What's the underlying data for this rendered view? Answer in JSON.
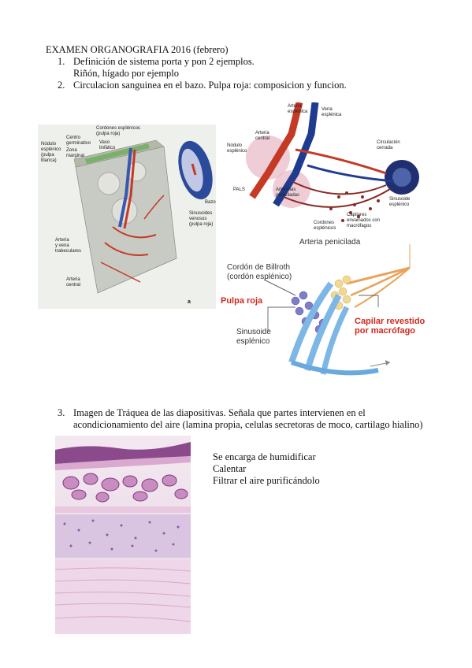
{
  "header": {
    "title": "EXAMEN ORGANOGRAFIA 2016 (febrero)"
  },
  "questions": [
    {
      "number": "1.",
      "text": "Definición de sistema porta y pon 2 ejemplos.",
      "sub": "Riñón, hígado por ejemplo"
    },
    {
      "number": "2.",
      "text": "Circulacion sanguinea en el bazo. Pulpa roja: composicion y funcion."
    },
    {
      "number": "3.",
      "text": "Imagen de Tráquea de las diapositivas. Señala que partes intervienen en el",
      "text2": "acondicionamiento del aire (lamina propia, celulas secretoras de moco, cartilago hialino)"
    }
  ],
  "spleen_block": {
    "labels": {
      "nodulo": "Nódulo\nesplénico\n(pulpa\nblanca)",
      "centro": "Centro\ngerminativo",
      "zona": "Zona\nmarginal",
      "cordones": "Cordones esplénicos\n(pulpa roja)",
      "vaso": "Vaso\nlinfático",
      "bazo": "Bazo",
      "sinusoides": "Sinusoides\nvenosos\n(pulpa roja)",
      "arteria_vena": "Arteria\ny vena\ntrabeculares",
      "arteria_central": "Arteria\ncentral",
      "fig_letter": "a"
    }
  },
  "circulation_labels": {
    "arteria_esplenica": "Arteria\nesplénica",
    "vena_esplenica": "Vena\nesplénica",
    "arteria_central": "Arteria\ncentral",
    "nodulo": "Nódulo\nesplénico",
    "pals": "PALS",
    "arteriolas": "Arteriolas\npeniciladas",
    "circulacion_cerrada": "Circulación\ncerrada",
    "sinusoide": "Sinusoide\nesplénico",
    "capilares": "Capilares\nenvainados con\nmacrófagos",
    "cordones": "Cordones\nesplénicos"
  },
  "pulpa_roja": {
    "arteria_penicilada": "Arteria penicilada",
    "cordon_billroth": "Cordón de Billroth\n(cordón esplénico)",
    "title": "Pulpa roja",
    "capilar": "Capilar revestido\npor macrófago",
    "sinusoide": "Sinusoide\nesplénico"
  },
  "answer": {
    "lines": [
      "Se encarga de humidificar",
      "Calentar",
      "Filtrar el aire purificándolo"
    ]
  },
  "colors": {
    "accent_red": "#d0281e",
    "artery": "#c0301a",
    "vein": "#1e3a8a",
    "sinusoid": "#6aa9dd",
    "tissue": "#e6c9de"
  }
}
